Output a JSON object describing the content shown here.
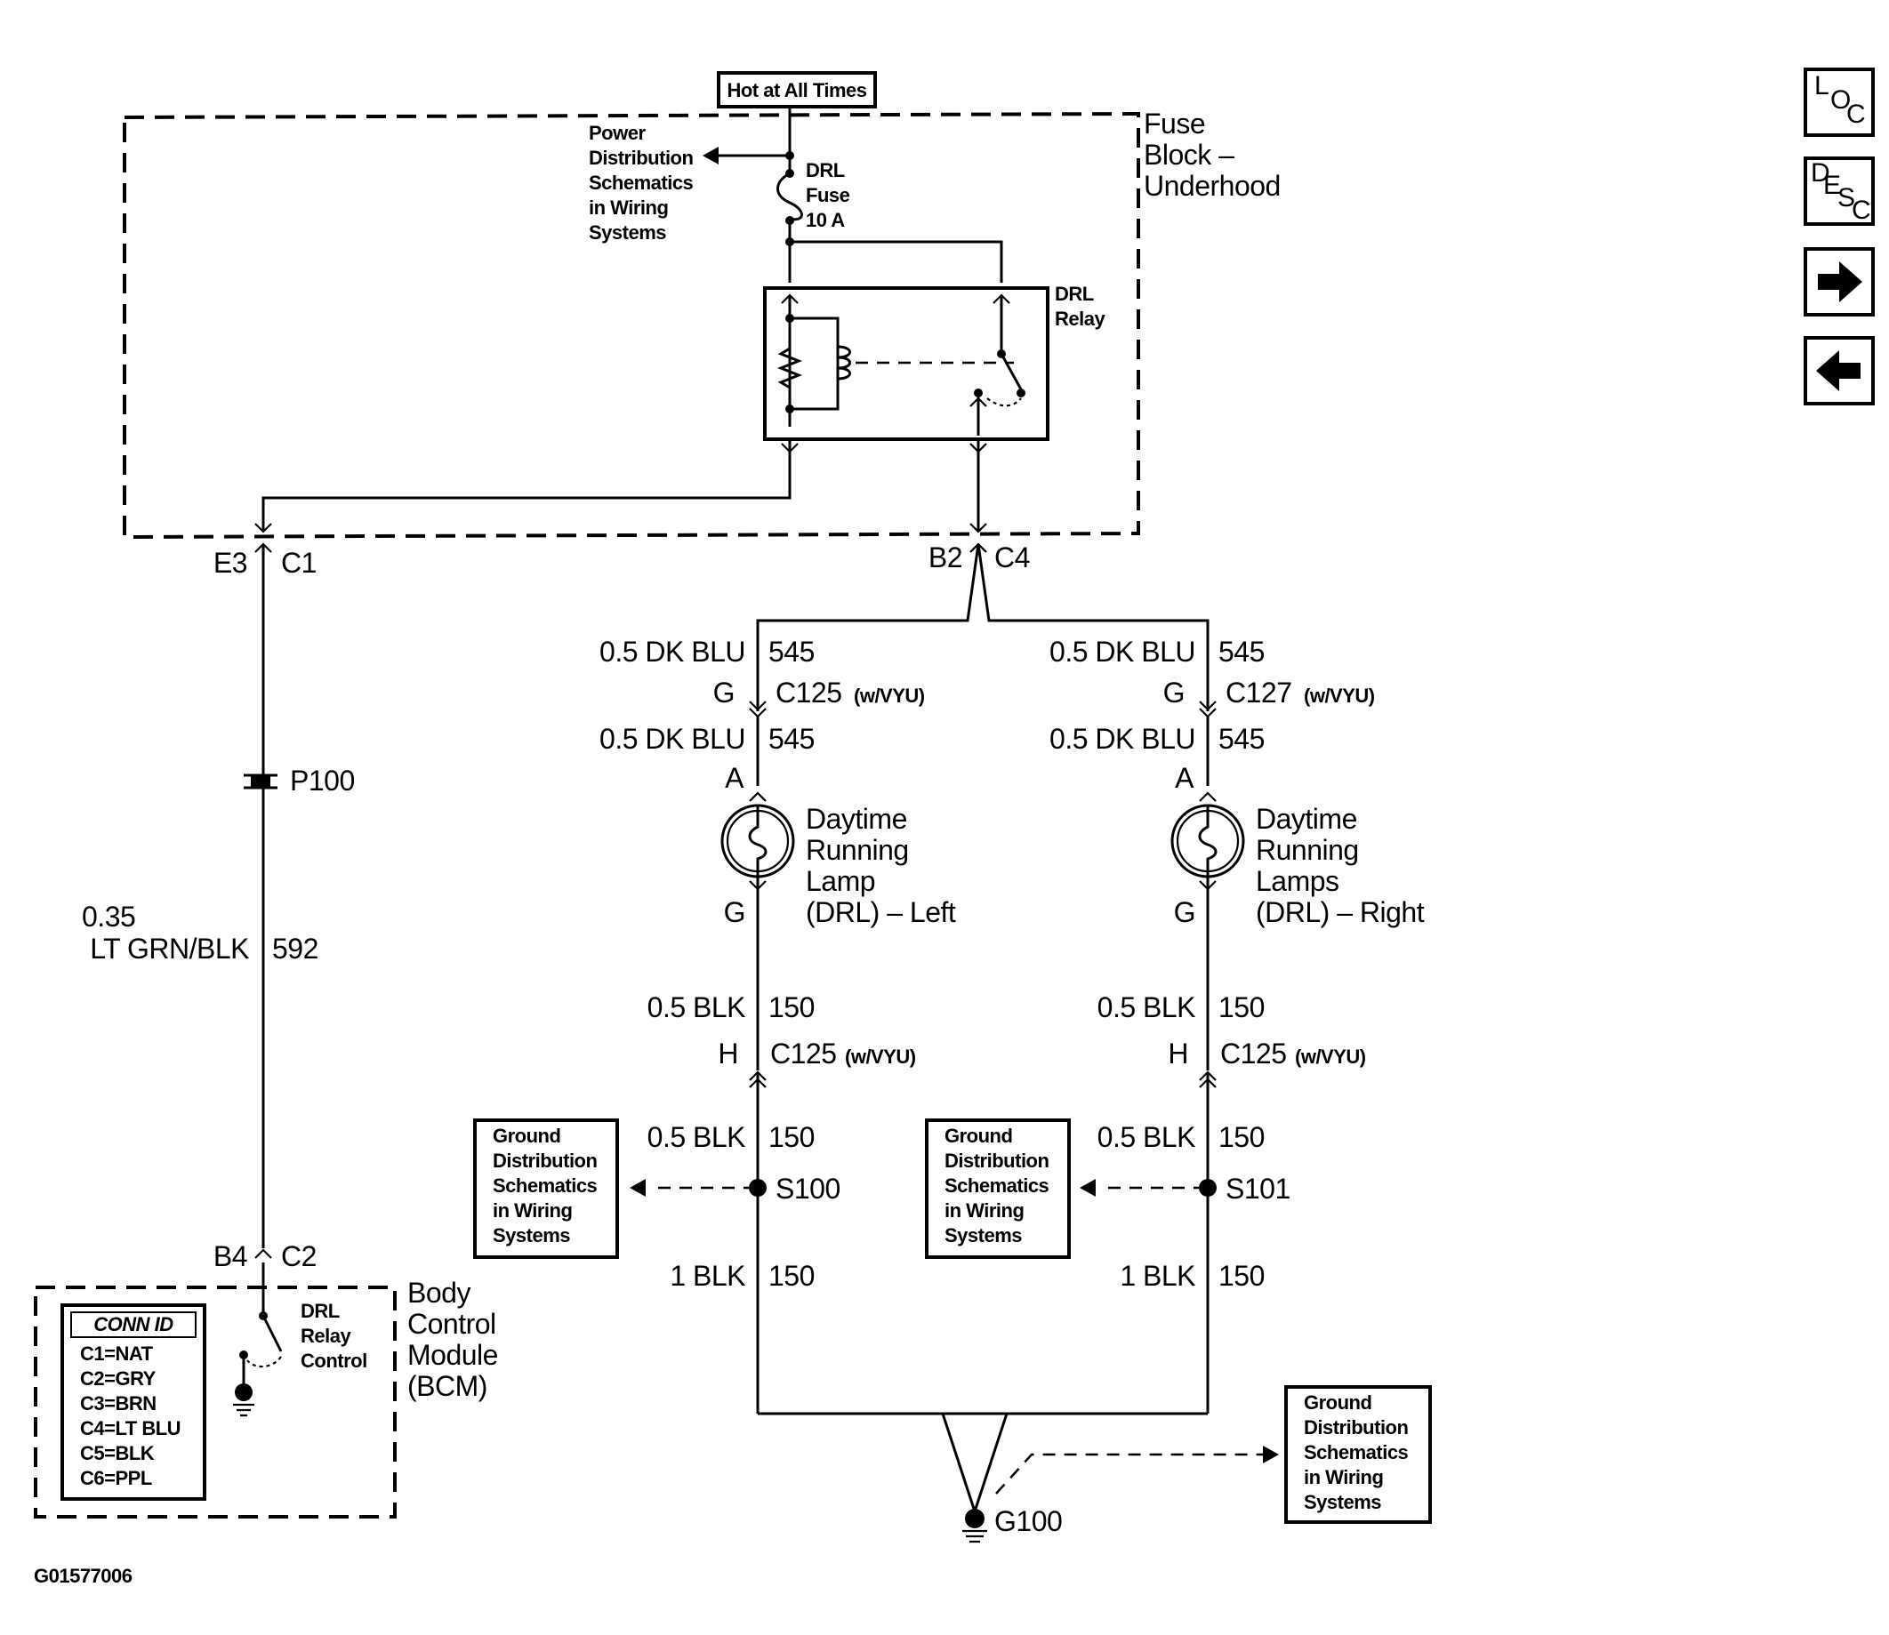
{
  "labels": {
    "hot": "Hot at All Times",
    "fuse_block": [
      "Fuse",
      "Block –",
      "Underhood"
    ],
    "power_dist": [
      "Power",
      "Distribution",
      "Schematics",
      "in Wiring",
      "Systems"
    ],
    "drl_fuse": [
      "DRL",
      "Fuse",
      "10 A"
    ],
    "drl_relay": [
      "DRL",
      "Relay"
    ],
    "e3": "E3",
    "c1_top": "C1",
    "b2": "B2",
    "c4": "C4",
    "p100": "P100",
    "wire592_gauge": "0.35",
    "wire592_color": "LT GRN/BLK",
    "wire592_num": "592",
    "b4": "B4",
    "c2": "C2",
    "bcm": [
      "Body",
      "Control",
      "Module",
      "(BCM)"
    ],
    "drl_relay_control": [
      "DRL",
      "Relay",
      "Control"
    ],
    "conn_id_title": "CONN ID",
    "conn_ids": [
      "C1=NAT",
      "C2=GRY",
      "C3=BRN",
      "C4=LT BLU",
      "C5=BLK",
      "C6=PPL"
    ],
    "left": {
      "w1_color": "0.5 DK BLU",
      "w1_num": "545",
      "conn_pin": "G",
      "conn_name": "C125",
      "conn_opt": "(w/VYU)",
      "w2_color": "0.5 DK BLU",
      "w2_num": "545",
      "pin_a": "A",
      "lamp": [
        "Daytime",
        "Running",
        "Lamp",
        "(DRL) – Left"
      ],
      "pin_g": "G",
      "w3_color": "0.5 BLK",
      "w3_num": "150",
      "conn2_pin": "H",
      "conn2_name": "C125",
      "conn2_opt": "(w/VYU)",
      "w4_color": "0.5 BLK",
      "w4_num": "150",
      "splice": "S100",
      "w5_color": "1 BLK",
      "w5_num": "150",
      "ground_dist": [
        "Ground",
        "Distribution",
        "Schematics",
        "in Wiring",
        "Systems"
      ]
    },
    "right": {
      "w1_color": "0.5 DK BLU",
      "w1_num": "545",
      "conn_pin": "G",
      "conn_name": "C127",
      "conn_opt": "(w/VYU)",
      "w2_color": "0.5 DK BLU",
      "w2_num": "545",
      "pin_a": "A",
      "lamp": [
        "Daytime",
        "Running",
        "Lamps",
        "(DRL) – Right"
      ],
      "pin_g": "G",
      "w3_color": "0.5 BLK",
      "w3_num": "150",
      "conn2_pin": "H",
      "conn2_name": "C125",
      "conn2_opt": "(w/VYU)",
      "w4_color": "0.5 BLK",
      "w4_num": "150",
      "splice": "S101",
      "w5_color": "1 BLK",
      "w5_num": "150",
      "ground_dist": [
        "Ground",
        "Distribution",
        "Schematics",
        "in Wiring",
        "Systems"
      ]
    },
    "ground": "G100",
    "ground_dist_bottom": [
      "Ground",
      "Distribution",
      "Schematics",
      "in Wiring",
      "Systems"
    ],
    "figure_id": "G01577006"
  },
  "nav": {
    "loc": {
      "a": "L",
      "b": "O",
      "c": "C"
    },
    "desc": {
      "a": "D",
      "b": "E",
      "c": "S",
      "d": "C"
    },
    "forward_icon": "arrow-right-icon",
    "back_icon": "arrow-left-icon"
  }
}
